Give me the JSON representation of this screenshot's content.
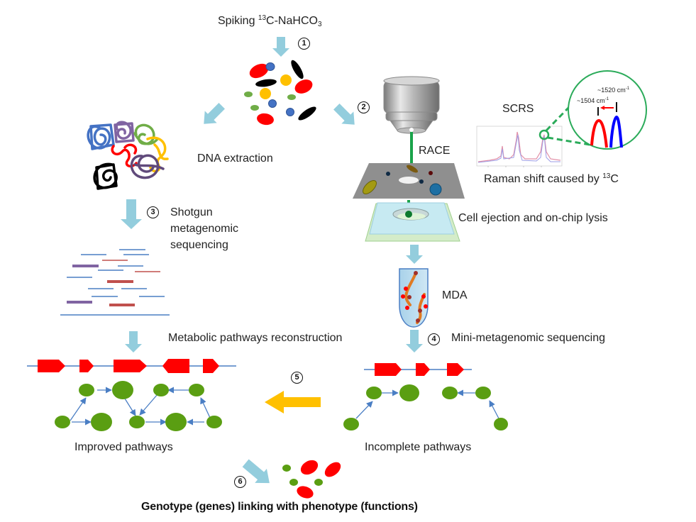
{
  "title": {
    "prefix": "Spiking ",
    "isotope_sup": "13",
    "compound": "C-NaHCO",
    "compound_sub": "3"
  },
  "steps": {
    "s1": "1",
    "s2": "2",
    "s3": "3",
    "s4": "4",
    "s5": "5",
    "s6": "6"
  },
  "labels": {
    "dna_extraction": "DNA extraction",
    "race": "RACE",
    "scrs": "SCRS",
    "raman_shift_prefix": "Raman shift caused by ",
    "raman_shift_sup": "13",
    "raman_shift_suffix": "C",
    "peak_13c": "~1504 cm",
    "peak_12c": "~1520 cm",
    "peak_unit_sup": "-1",
    "cell_ejection": "Cell ejection and on-chip lysis",
    "shotgun_line1": "Shotgun",
    "shotgun_line2": "metagenomic",
    "shotgun_line3": "sequencing",
    "mda": "MDA",
    "metabolic_reconstruction": "Metabolic pathways reconstruction",
    "mini_metagenomic": "Mini-metagenomic sequencing",
    "improved_pathways": "Improved pathways",
    "incomplete_pathways": "Incomplete pathways",
    "final": "Genotype (genes) linking with phenotype (functions)"
  },
  "colors": {
    "flow_arrow": "#93cddd",
    "merge_arrow": "#ffc000",
    "gene": "#ff0000",
    "node": "#5a9e12",
    "edge": "#4a7ec4",
    "laser": "#1aa34a",
    "peak_13c": "#ff0000",
    "peak_12c": "#0000ff",
    "zoom_circle": "#2bab5a"
  }
}
